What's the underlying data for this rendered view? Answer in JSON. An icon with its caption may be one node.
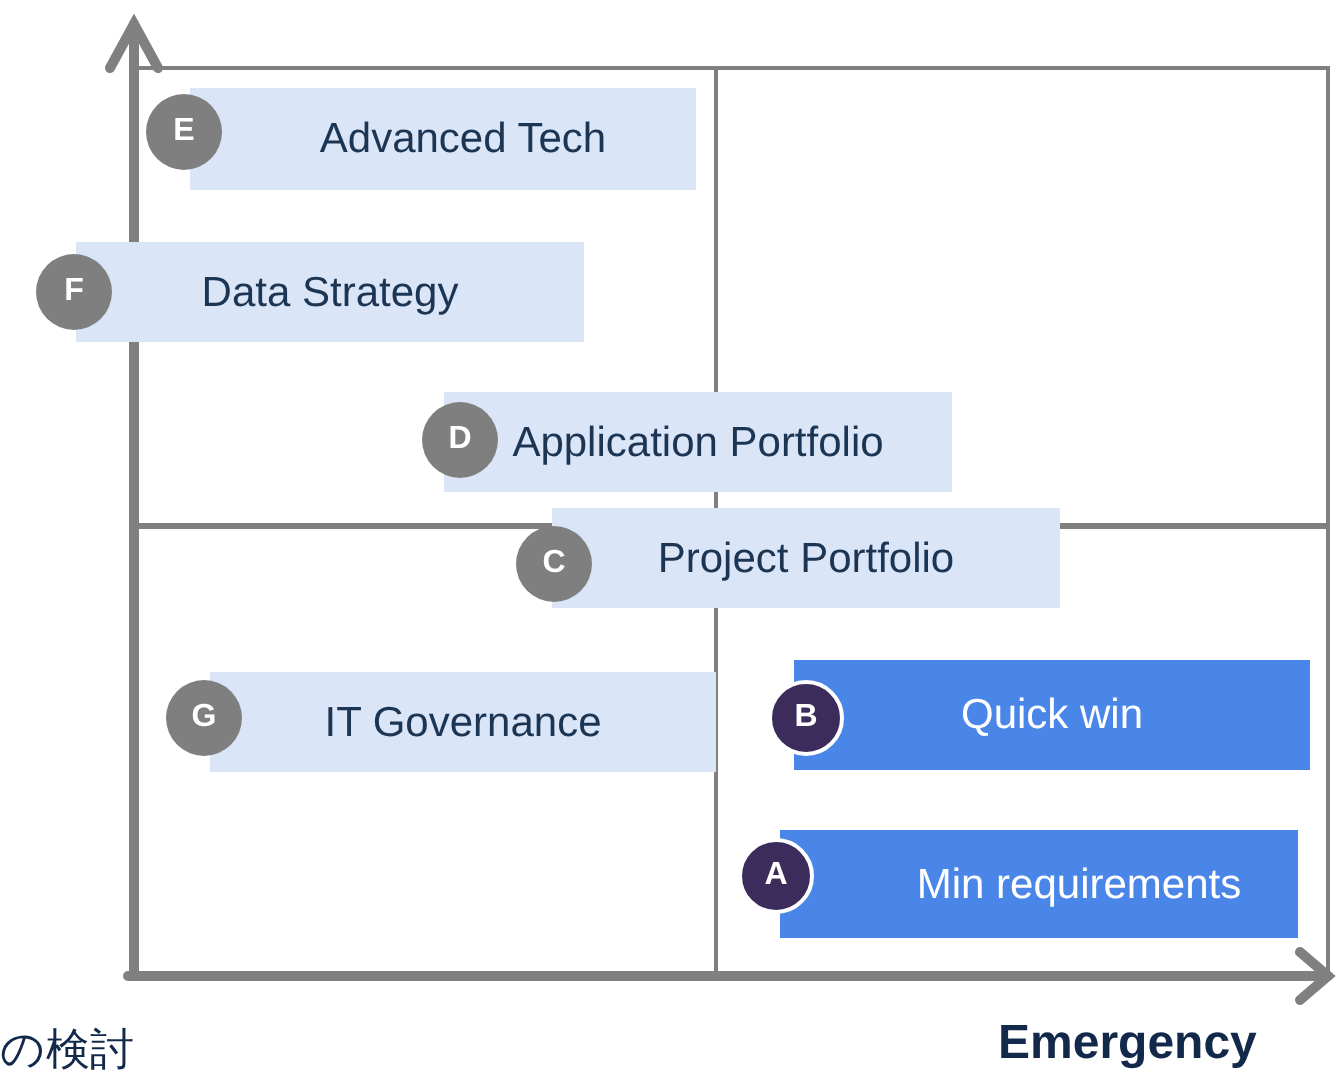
{
  "diagram": {
    "nodes": [
      {
        "text": [
          "E"
        ]
      },
      {
        "text": [
          "Advanced Tech"
        ]
      },
      {
        "text": [
          "F"
        ]
      },
      {
        "text": [
          "Data Strategy"
        ]
      },
      {
        "text": [
          "D"
        ]
      },
      {
        "text": [
          "Application Portfolio"
        ]
      },
      {
        "text": [
          "C"
        ]
      },
      {
        "text": [
          "Project Portfolio"
        ]
      },
      {
        "text": [
          "G"
        ]
      },
      {
        "text": [
          "IT Governance"
        ]
      },
      {
        "text": [
          "B"
        ]
      },
      {
        "text": [
          "Quick win"
        ]
      },
      {
        "text": [
          "A"
        ]
      },
      {
        "text": [
          "Min requirements"
        ]
      }
    ],
    "edges": [],
    "labels": [
      "の検討",
      "Emergency"
    ]
  }
}
